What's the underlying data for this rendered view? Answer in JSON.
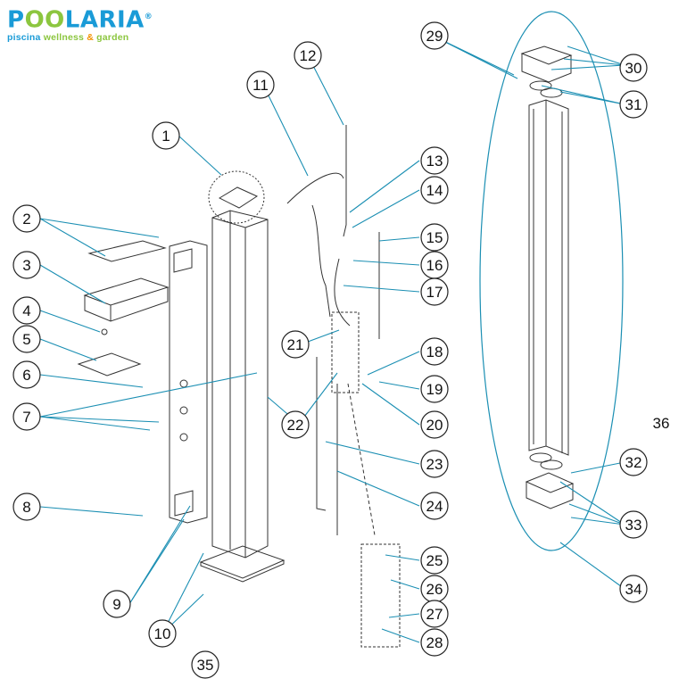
{
  "logo": {
    "brand_part1": "P",
    "brand_o1": "O",
    "brand_o2": "O",
    "brand_part2": "LARIA",
    "registered": "®",
    "tagline_piscina": "piscina",
    "tagline_wellness": "wellness",
    "tagline_amp": "&",
    "tagline_garden": "garden"
  },
  "colors": {
    "brand_blue": "#1a9bd7",
    "brand_green": "#8cc63f",
    "brand_orange": "#f39200",
    "leader_teal": "#1b8fb3",
    "line": "#333333"
  },
  "callouts": [
    "1",
    "2",
    "3",
    "4",
    "5",
    "6",
    "7",
    "8",
    "9",
    "10",
    "11",
    "12",
    "13",
    "14",
    "15",
    "16",
    "17",
    "18",
    "19",
    "20",
    "21",
    "22",
    "23",
    "24",
    "25",
    "26",
    "27",
    "28",
    "29",
    "30",
    "31",
    "32",
    "33",
    "34",
    "35",
    "36"
  ]
}
